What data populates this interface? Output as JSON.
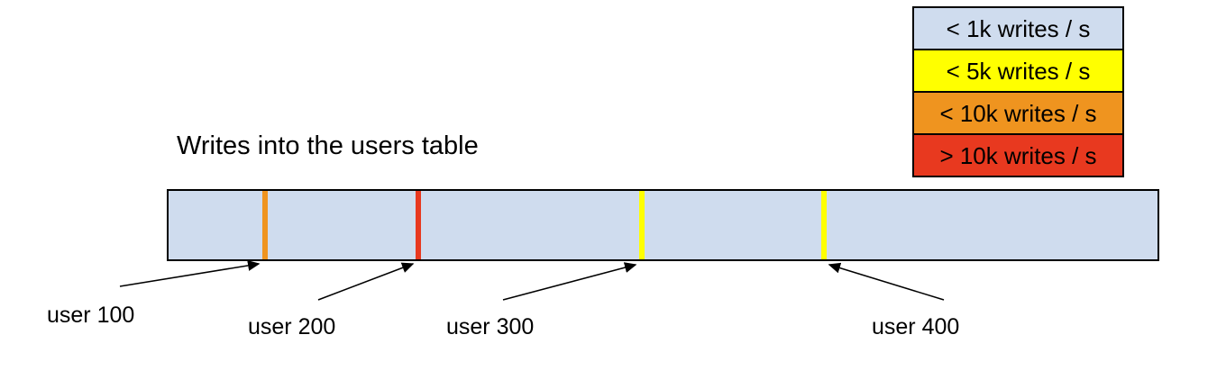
{
  "title": "Writes into the users table",
  "legend": {
    "items": [
      {
        "label": "< 1k writes / s",
        "color": "#cfdcee"
      },
      {
        "label": "< 5k writes / s",
        "color": "#ffff00"
      },
      {
        "label": "< 10k writes / s",
        "color": "#ef941f"
      },
      {
        "label": "> 10k writes / s",
        "color": "#e8391f"
      }
    ]
  },
  "bar": {
    "fill_color": "#cfdcee",
    "markers": [
      {
        "user": "user 100",
        "color": "#ef941f",
        "rate_category": "< 10k writes / s"
      },
      {
        "user": "user 200",
        "color": "#e8391f",
        "rate_category": "> 10k writes / s"
      },
      {
        "user": "user 300",
        "color": "#ffff00",
        "rate_category": "< 5k writes / s"
      },
      {
        "user": "user 400",
        "color": "#ffff00",
        "rate_category": "< 5k writes / s"
      }
    ]
  },
  "arrow_color": "#000000"
}
